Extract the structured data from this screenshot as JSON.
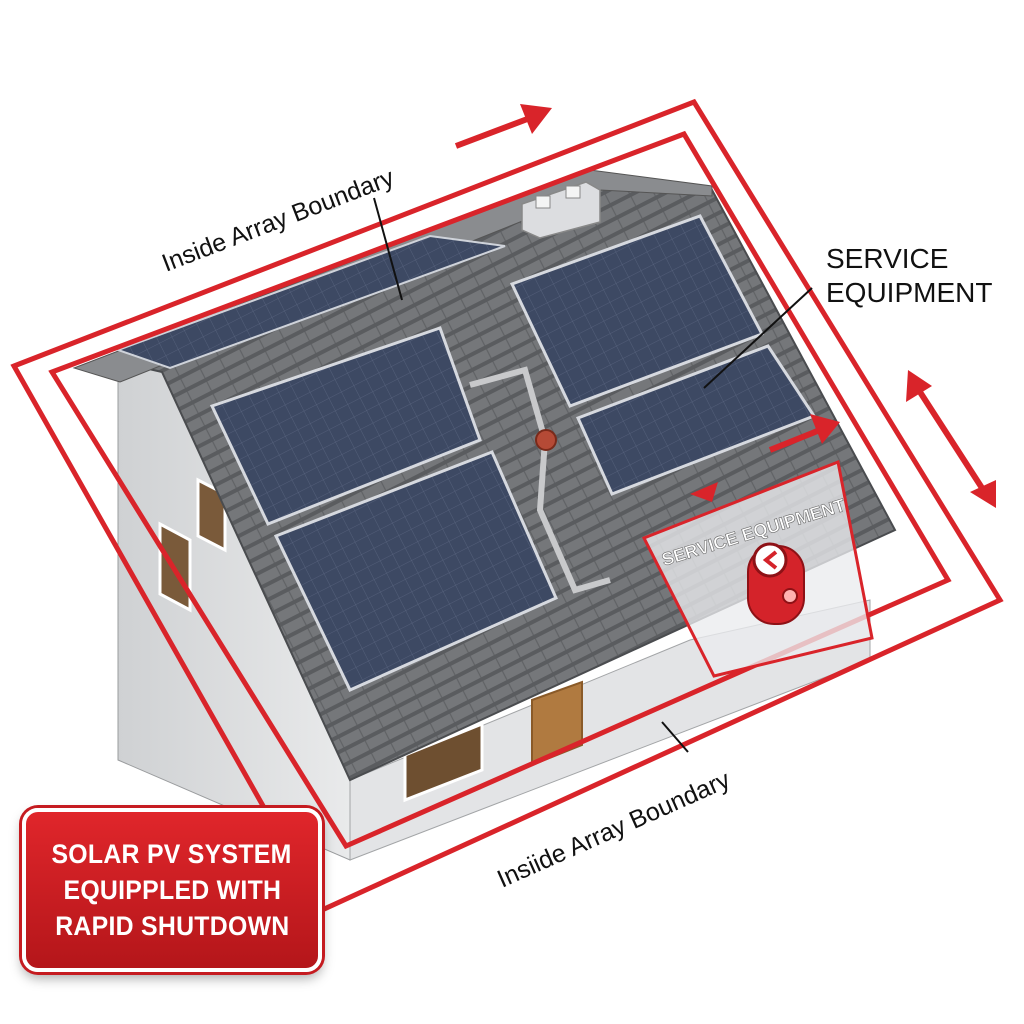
{
  "labels": {
    "inside_array_boundary_top": "Inside Array Boundary",
    "inside_array_boundary_bottom": "Insiide Array Boundary",
    "service_equipment_line1": "SERVICE",
    "service_equipment_line2": "EQUIPMENT",
    "service_equipment_box": "SERVICE EQUIPMENT"
  },
  "badge": {
    "line1": "SOLAR PV SYSTEM",
    "line2": "EQUIPPLED WITH",
    "line3": "RAPID SHUTDOWN"
  },
  "colors": {
    "boundary_red": "#d9242a",
    "panel_blue": "#3a4660",
    "roof_gray": "#6e7073",
    "wall_white": "#e8e9ea",
    "badge_red": "#c51b20"
  }
}
